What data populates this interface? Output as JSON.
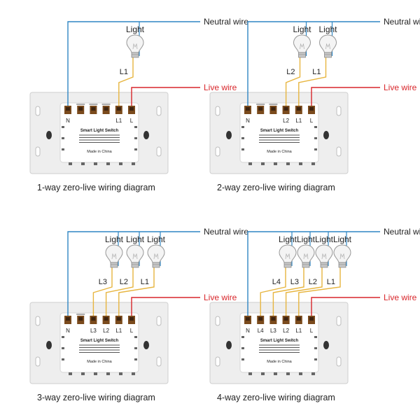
{
  "colors": {
    "neutral": "#2f86c3",
    "live": "#d8262b",
    "load": "#e7b53f",
    "terminal": "#7a4a1c",
    "panel": "#eeeeee",
    "body": "#ffffff"
  },
  "labels": {
    "light": "Light",
    "neutral": "Neutral wire",
    "live": "Live wire",
    "module_name": "Smart Light Switch",
    "made_in": "Made in China"
  },
  "panels": [
    {
      "id": "1way",
      "title": "1-way zero-live wiring diagram",
      "ports": [
        "N",
        "",
        "",
        "",
        "L1",
        "L"
      ],
      "loads": [
        "L1"
      ]
    },
    {
      "id": "2way",
      "title": "2-way zero-live wiring diagram",
      "ports": [
        "N",
        "",
        "",
        "L2",
        "L1",
        "L"
      ],
      "loads": [
        "L2",
        "L1"
      ]
    },
    {
      "id": "3way",
      "title": "3-way zero-live wiring diagram",
      "ports": [
        "N",
        "",
        "L3",
        "L2",
        "L1",
        "L"
      ],
      "loads": [
        "L3",
        "L2",
        "L1"
      ]
    },
    {
      "id": "4way",
      "title": "4-way zero-live wiring diagram",
      "ports": [
        "N",
        "L4",
        "L3",
        "L2",
        "L1",
        "L"
      ],
      "loads": [
        "L4",
        "L3",
        "L2",
        "L1"
      ]
    }
  ]
}
